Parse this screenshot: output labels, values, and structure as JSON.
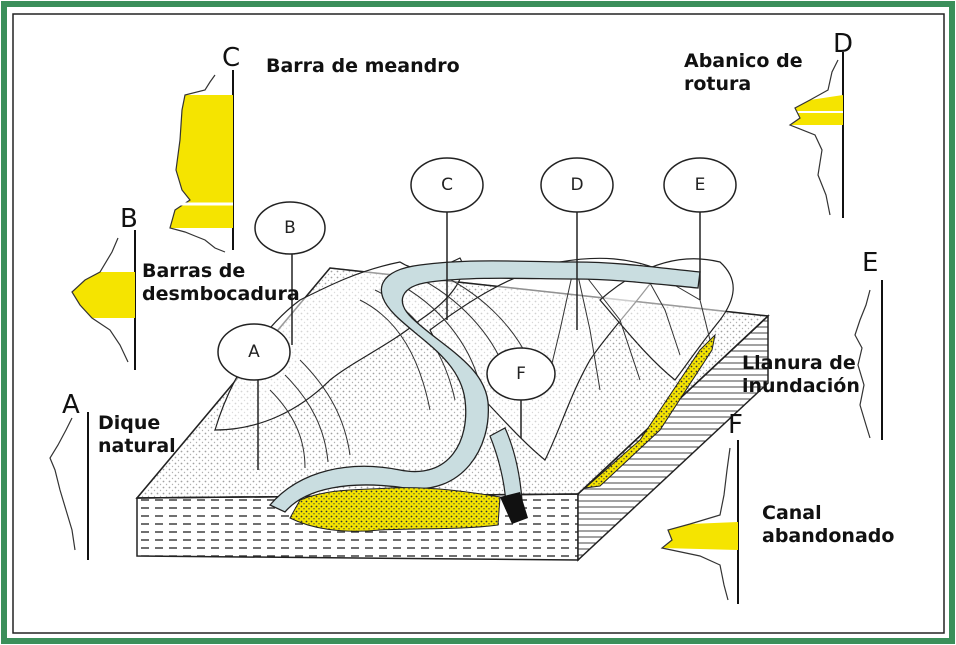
{
  "colors": {
    "frame": "#3b8f5a",
    "sand": "#f5e400",
    "water": "#c9dde0",
    "ink": "#111111"
  },
  "logs": {
    "A": {
      "letter": "A",
      "caption": "Dique\nnatural"
    },
    "B": {
      "letter": "B",
      "caption": "Barras de\ndesmbocadura"
    },
    "C": {
      "letter": "C",
      "caption": "Barra de meandro"
    },
    "D": {
      "letter": "D",
      "caption": "Abanico de\nrotura"
    },
    "E": {
      "letter": "E",
      "caption": "Llanura de\ninundación"
    },
    "F": {
      "letter": "F",
      "caption": "Canal\nabandonado"
    }
  },
  "callouts": [
    "A",
    "B",
    "C",
    "D",
    "E",
    "F"
  ]
}
